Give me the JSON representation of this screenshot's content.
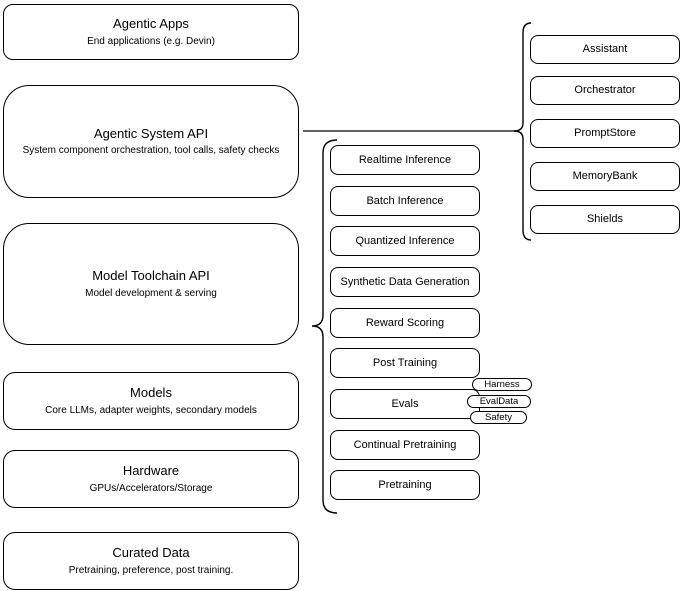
{
  "diagram": {
    "left_stack": [
      {
        "title": "Agentic Apps",
        "subtitle": "End applications (e.g. Devin)"
      },
      {
        "title": "Agentic System API",
        "subtitle": "System component orchestration, tool calls, safety checks"
      },
      {
        "title": "Model Toolchain API",
        "subtitle": "Model development & serving"
      },
      {
        "title": "Models",
        "subtitle": "Core LLMs, adapter weights, secondary models"
      },
      {
        "title": "Hardware",
        "subtitle": "GPUs/Accelerators/Storage"
      },
      {
        "title": "Curated Data",
        "subtitle": "Pretraining, preference, post training."
      }
    ],
    "toolchain_services": [
      {
        "label": "Realtime Inference"
      },
      {
        "label": "Batch Inference"
      },
      {
        "label": "Quantized Inference"
      },
      {
        "label": "Synthetic Data Generation"
      },
      {
        "label": "Reward Scoring"
      },
      {
        "label": "Post Training"
      },
      {
        "label": "Evals"
      },
      {
        "label": "Continual Pretraining"
      },
      {
        "label": "Pretraining"
      }
    ],
    "eval_tags": [
      {
        "label": "Harness"
      },
      {
        "label": "EvalData"
      },
      {
        "label": "Safety"
      }
    ],
    "system_components": [
      {
        "label": "Assistant"
      },
      {
        "label": "Orchestrator"
      },
      {
        "label": "PromptStore"
      },
      {
        "label": "MemoryBank"
      },
      {
        "label": "Shields"
      }
    ],
    "colors": {
      "stroke": "#000000",
      "fill": "#ffffff",
      "connector": "#4d4d4d"
    }
  }
}
